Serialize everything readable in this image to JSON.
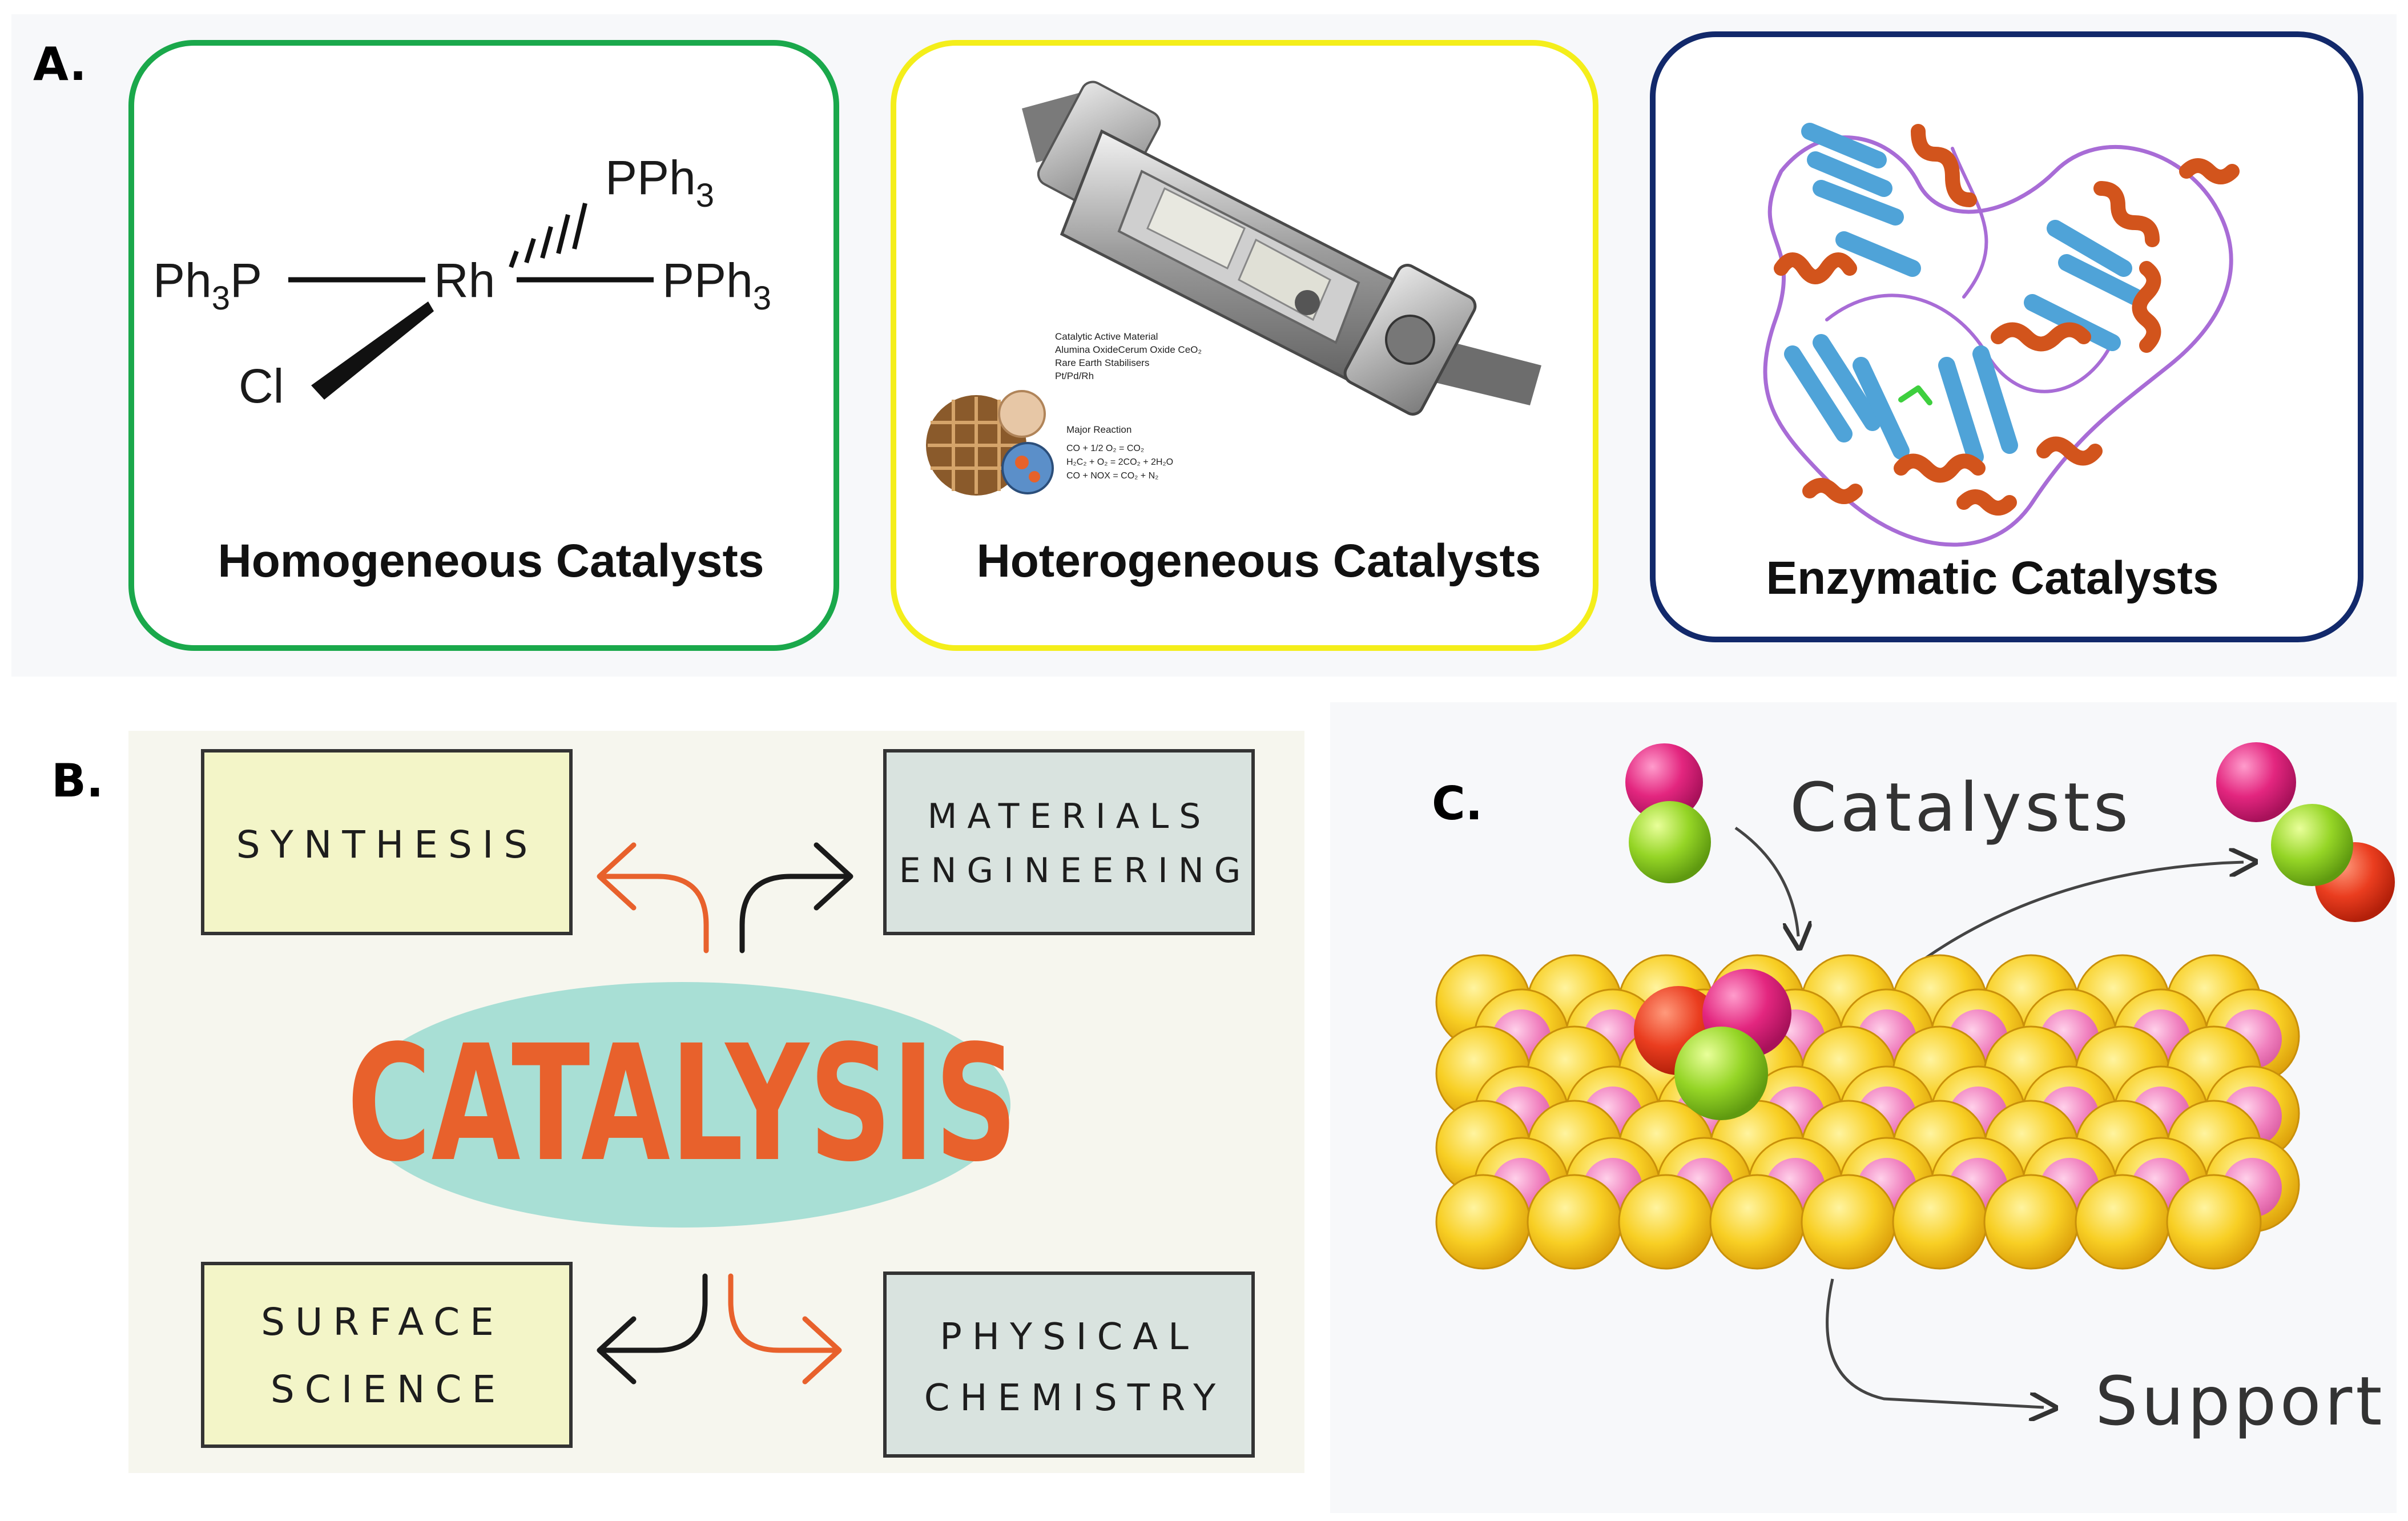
{
  "panels": {
    "a": {
      "label": "A.",
      "cards": [
        {
          "title": "Homogeneous Catalysts",
          "border": "#1aa84b"
        },
        {
          "title": "Hoterogeneous Catalysts",
          "border": "#f4ee1a"
        },
        {
          "title": "Enzymatic Catalysts",
          "border": "#12296b"
        }
      ],
      "complex": {
        "center": "Rh",
        "ligand_left": "Ph",
        "ligand_left_sub": "3",
        "ligand_left_tail": "P",
        "ligand_top": "PPh",
        "ligand_top_sub": "3",
        "ligand_right": "PPh",
        "ligand_right_sub": "3",
        "ligand_bottom": "Cl"
      },
      "converter_notes": {
        "material_lines": [
          "Catalytic Active Material",
          "Alumina OxideCerum Oxide CeO₂",
          "Rare Earth Stabilisers",
          "Pt/Pd/Rh"
        ],
        "reaction_title": "Major Reaction",
        "reaction_lines": [
          "CO + 1/2 O₂ = CO₂",
          "H₂C₂ + O₂ = 2CO₂ + 2H₂O",
          "CO + NOX = CO₂ + N₂"
        ]
      }
    },
    "b": {
      "label": "B.",
      "center": "CATALYSIS",
      "boxes": [
        {
          "lines": [
            "SYNTHESIS"
          ]
        },
        {
          "lines": [
            "MATERIALS",
            "ENGINEERING"
          ]
        },
        {
          "lines": [
            "SURFACE",
            "SCIENCE"
          ]
        },
        {
          "lines": [
            "PHYSICAL",
            "CHEMISTRY"
          ]
        }
      ],
      "colors": {
        "yellow_box": "#f3f5c8",
        "grey_box": "#d9e3df",
        "ellipse": "#a8dfd5",
        "accent": "#e8612c"
      }
    },
    "c": {
      "label": "C.",
      "catalysts_label": "Catalysts",
      "support_label": "Support",
      "colors": {
        "support": "#f6c21a",
        "pink": "#e8318a",
        "green": "#8fd12a",
        "red": "#e83a1e"
      }
    }
  }
}
